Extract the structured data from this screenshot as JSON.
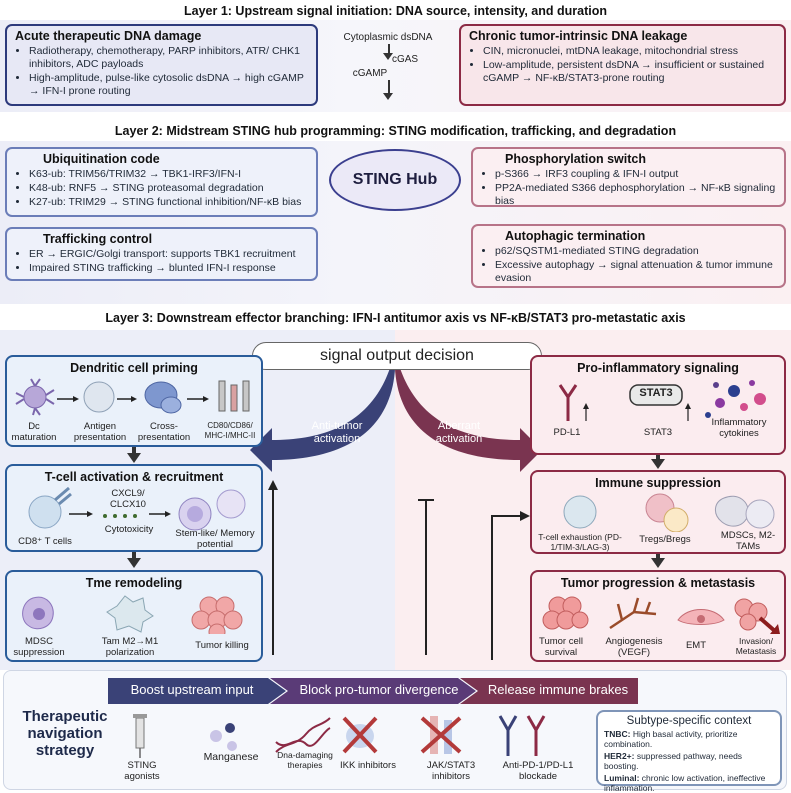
{
  "layer1": {
    "title": "Layer 1: Upstream signal initiation: DNA source, intensity, and duration",
    "left_box": {
      "title": "Acute therapeutic DNA damage",
      "items": [
        "Radiotherapy, chemotherapy, PARP inhibitors, ATR/ CHK1 inhibitors, ADC payloads",
        "High-amplitude, pulse-like cytosolic dsDNA → high cGAMP → IFN-I prone routing"
      ]
    },
    "center": {
      "dsdna": "Cytoplasmic dsDNA",
      "cgas": "cGAS",
      "cgamp": "cGAMP"
    },
    "right_box": {
      "title": "Chronic tumor-intrinsic DNA leakage",
      "items": [
        "CIN, micronuclei, mtDNA leakage, mitochondrial stress",
        "Low-amplitude, persistent dsDNA → insufficient or sustained cGAMP → NF-κB/STAT3-prone routing"
      ]
    }
  },
  "layer2": {
    "title": "Layer 2: Midstream STING hub programming: STING modification, trafficking, and degradation",
    "hub": "STING Hub",
    "ubiquitination": {
      "title": "Ubiquitination code",
      "items": [
        "K63-ub: TRIM56/TRIM32 → TBK1-IRF3/IFN-I",
        "K48-ub: RNF5 → STING proteasomal degradation",
        "K27-ub: TRIM29 → STING functional inhibition/NF-κB bias"
      ]
    },
    "trafficking": {
      "title": "Trafficking control",
      "items": [
        "ER → ERGIC/Golgi transport: supports TBK1 recruitment",
        "Impaired STING trafficking → blunted IFN-I response"
      ]
    },
    "phosphorylation": {
      "title": "Phosphorylation switch",
      "items": [
        "p-S366 → IRF3 coupling & IFN-I output",
        "PP2A-mediated S366 dephosphorylation → NF-κB signaling bias"
      ]
    },
    "autophagic": {
      "title": "Autophagic termination",
      "items": [
        "p62/SQSTM1-mediated STING degradation",
        "Excessive autophagy → signal attenuation & tumor immune evasion"
      ]
    }
  },
  "layer3": {
    "title": "Layer 3: Downstream effector branching: IFN-I antitumor axis vs NF-κB/STAT3 pro-metastatic axis",
    "decision": "signal output decision",
    "anti_tumor": [
      "Anti-tumor",
      "activation"
    ],
    "aberrant": [
      "Aberrant",
      "activation"
    ],
    "dc_priming": {
      "title": "Dendritic cell priming",
      "labels": [
        "Dc maturation",
        "Antigen presentation",
        "Cross-presentation",
        "CD80/CD86/ MHC-I/MHC-II"
      ]
    },
    "tcell": {
      "title": "T-cell activation & recruitment",
      "labels": [
        "CD8⁺ T cells",
        "CXCL9/ CLCX10",
        "Cytotoxicity",
        "Stem-like/ Memory potential"
      ]
    },
    "tme": {
      "title": "Tme remodeling",
      "labels": [
        "MDSC suppression",
        "Tam M2→M1 polarization",
        "Tumor killing"
      ]
    },
    "proinflam": {
      "title": "Pro-inflammatory signaling",
      "labels": [
        "PD-L1",
        "STAT3",
        "STAT3",
        "Inflammatory cytokines"
      ]
    },
    "immune_supp": {
      "title": "Immune suppression",
      "labels": [
        "T-cell exhaustion (PD-1/TIM-3/LAG-3)",
        "Tregs/Bregs",
        "MDSCs, M2-TAMs"
      ]
    },
    "progression": {
      "title": "Tumor progression & metastasis",
      "labels": [
        "Tumor cell survival",
        "Angiogenesis (VEGF)",
        "EMT",
        "Invasion/ Metastasis"
      ]
    }
  },
  "therapy": {
    "title": "Therapeutic navigation strategy",
    "steps": [
      "Boost upstream input",
      "Block pro-tumor divergence",
      "Release immune brakes"
    ],
    "agents": [
      "STING agonists",
      "Manganese",
      "Dna-damaging therapies",
      "IKK inhibitors",
      "JAK/STAT3 inhibitors",
      "Anti-PD-1/PD-L1 blockade"
    ],
    "context": {
      "title": "Subtype-specific context",
      "items": [
        {
          "k": "TNBC:",
          "v": " High basal activity, prioritize combination."
        },
        {
          "k": "HER2+:",
          "v": " suppressed pathway, needs boosting."
        },
        {
          "k": "Luminal:",
          "v": " chronic low activation, ineffective inflammation."
        }
      ]
    }
  }
}
